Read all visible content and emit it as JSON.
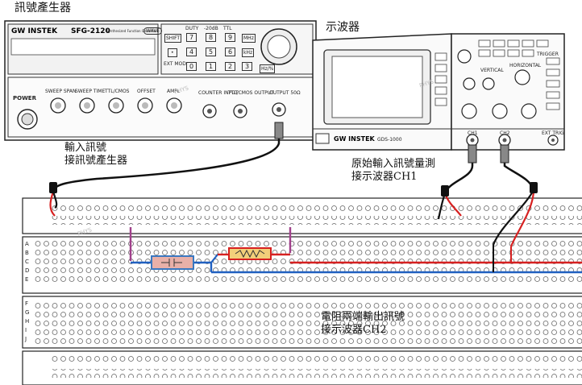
{
  "labels": {
    "generator_title": "訊號產生器",
    "oscilloscope_title": "示波器",
    "input_note_line1": "輸入訊號",
    "input_note_line2": "接訊號產生器",
    "ch1_note_line1": "原始輸入訊號量測",
    "ch1_note_line2": "接示波器CH1",
    "ch2_note_line1": "電阻兩端輸出訊號",
    "ch2_note_line2": "接示波器CH2"
  },
  "generator": {
    "brand": "GW INSTEK",
    "model": "SFG-2120",
    "subtitle": "Synthesized Function Generator",
    "wave_button": "WAVE",
    "power": "POWER",
    "knobs": [
      "SWEEP SPAN",
      "SWEEP TIME",
      "TTL/CMOS",
      "OFFSET",
      "AMPL"
    ],
    "outputs": [
      "COUNTER INPUT",
      "TTL/CMOS OUTPUT",
      "OUTPUT 50Ω"
    ],
    "keys": [
      "7",
      "8",
      "9",
      "4",
      "5",
      "6",
      "0",
      "1",
      "2",
      "3"
    ],
    "key_labels_top": [
      "DUTY",
      "-20dB",
      "TTL"
    ],
    "side_keys": [
      "SHIFT",
      "•",
      "EXT MOD"
    ],
    "unit_keys": [
      "MHz",
      "kHz",
      "Hz/%"
    ]
  },
  "oscilloscope": {
    "brand": "GW INSTEK",
    "model": "GDS-1000",
    "channels": [
      "CH1",
      "CH2"
    ],
    "ext_trig": "EXT TRIG",
    "sections": [
      "VERTICAL",
      "HORIZONTAL",
      "TRIGGER"
    ]
  },
  "breadboard": {
    "row_letters_top": [
      "A",
      "B",
      "C",
      "D",
      "E"
    ],
    "row_letters_bottom": [
      "F",
      "G",
      "H",
      "I",
      "J"
    ]
  },
  "colors": {
    "red_wire": "#d62020",
    "blue_wire": "#2060c0",
    "purple_jumper": "#a0408a",
    "resistor_body": "#f2cf7a",
    "capacitor_body": "#e8b0a8",
    "capacitor_border": "#3a78c0"
  },
  "watermark": "PHYS"
}
